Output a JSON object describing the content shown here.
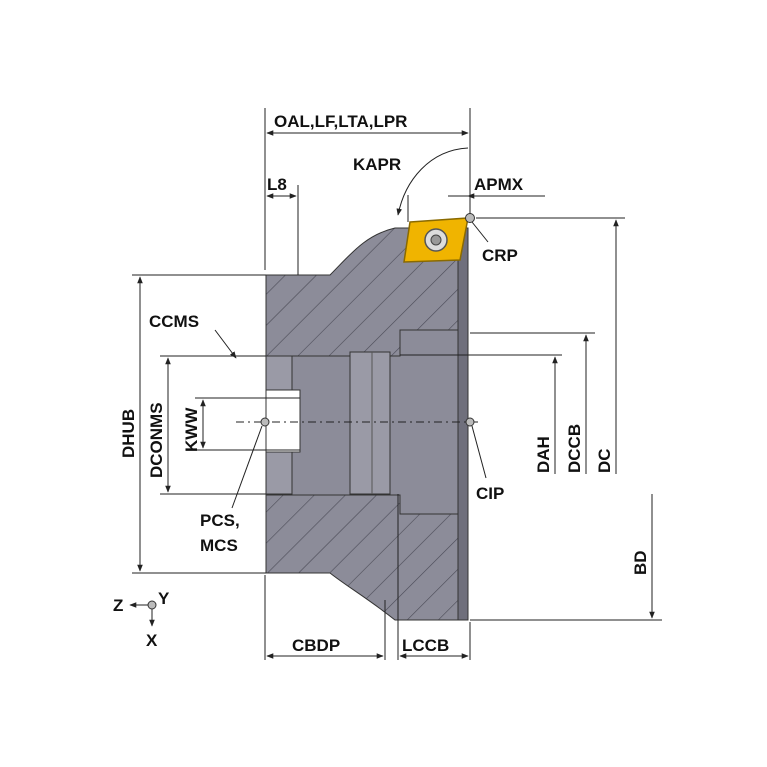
{
  "labels": {
    "oal": "OAL,LF,LTA,LPR",
    "kapr": "KAPR",
    "l8": "L8",
    "apmx": "APMX",
    "crp": "CRP",
    "ccms": "CCMS",
    "dhub": "DHUB",
    "dconms": "DCONMS",
    "kww": "KWW",
    "dah": "DAH",
    "dccb": "DCCB",
    "dc": "DC",
    "cip": "CIP",
    "pcs": "PCS,",
    "mcs": "MCS",
    "bd": "BD",
    "cbdp": "CBDP",
    "lccb": "LCCB",
    "axis_z": "Z",
    "axis_y": "Y",
    "axis_x": "X"
  },
  "colors": {
    "body": "#8c8c99",
    "body_dark": "#6f6f7c",
    "hatch": "#4a4a56",
    "insert": "#f0b400",
    "insert_edge": "#8a6a00",
    "line": "#222222"
  }
}
